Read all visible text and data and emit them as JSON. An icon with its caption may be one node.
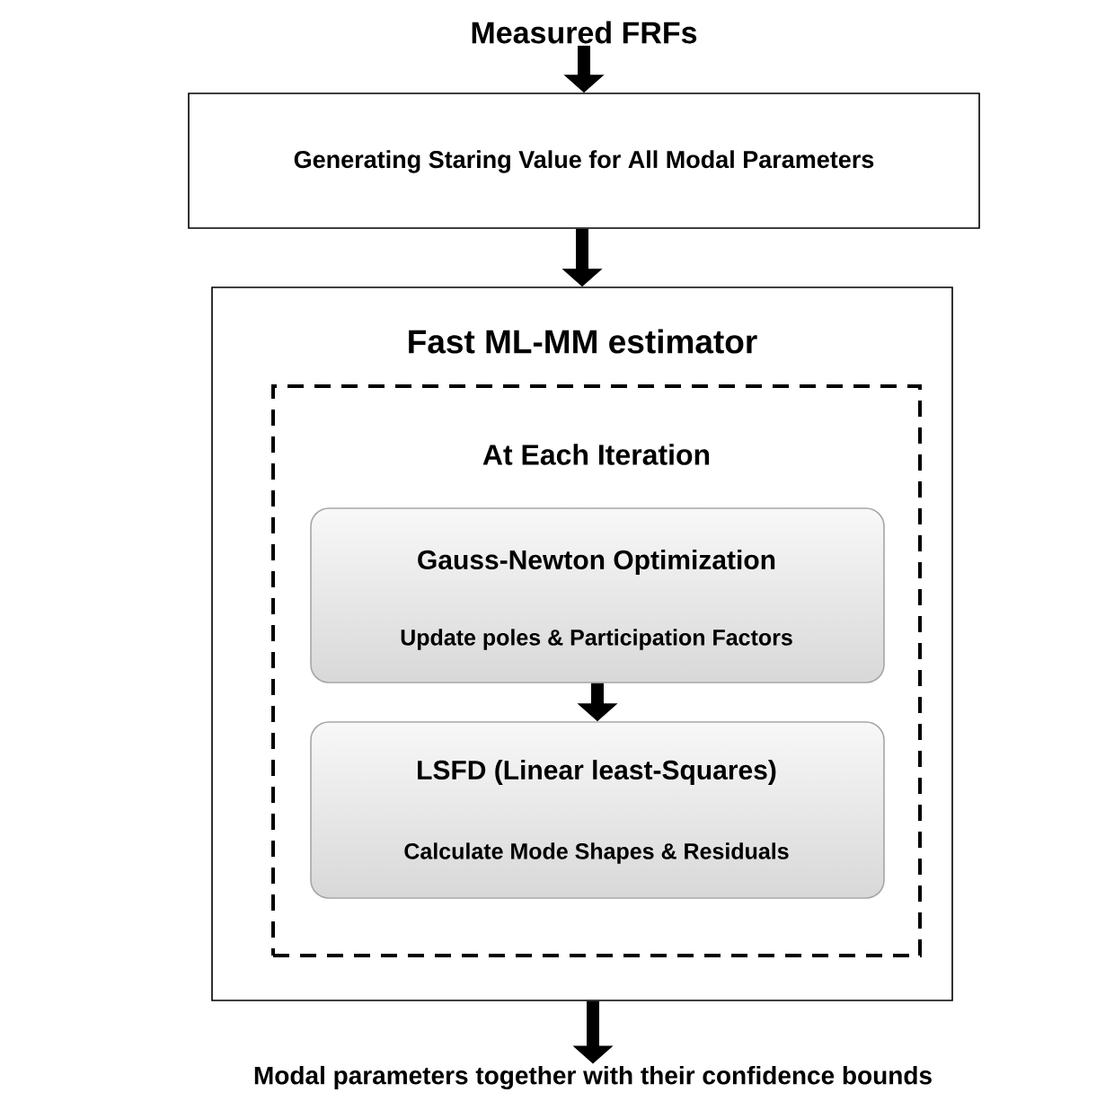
{
  "diagram": {
    "nodes": [
      {
        "text": [
          "Measured FRFs"
        ]
      },
      {
        "text": [
          "Generating Staring Value for All Modal Parameters"
        ]
      },
      {
        "text": [
          "Fast ML-MM estimator"
        ]
      },
      {
        "text": [
          "At Each Iteration"
        ],
        "in": 2
      },
      {
        "text": [
          "Gauss-Newton Optimization",
          "Update poles & Participation Factors"
        ],
        "in": 3
      },
      {
        "text": [
          "LSFD (Linear least-Squares)",
          "Calculate Mode Shapes & Residuals"
        ],
        "in": 3
      },
      {
        "text": [
          "Modal parameters together with their confidence bounds"
        ]
      }
    ],
    "edges": [
      {
        "from": 0,
        "to": 1,
        "arrow": "to"
      },
      {
        "from": 1,
        "to": 2,
        "arrow": "to"
      },
      {
        "from": 4,
        "to": 5,
        "arrow": "to"
      },
      {
        "from": 2,
        "to": 6,
        "arrow": "to"
      }
    ]
  }
}
